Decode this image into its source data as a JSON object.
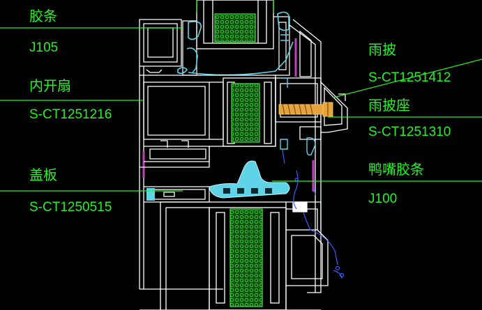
{
  "callouts": [
    {
      "name": "胶条",
      "code": "J105"
    },
    {
      "name": "内开扇",
      "code": "S-CT1251216"
    },
    {
      "name": "盖板",
      "code": "S-CT1250515"
    },
    {
      "name": "雨披",
      "code": "S-CT1251412"
    },
    {
      "name": "雨披座",
      "code": "S-CT1251310"
    },
    {
      "name": "鸭嘴胶条",
      "code": "J100"
    }
  ],
  "colors": {
    "background": "#000000",
    "outline": "#ffffff",
    "label": "#25f225",
    "glass_fill": "#1fc21f",
    "seal": "#5fd3e8",
    "gasket": "#c040c0",
    "screw": "#e8a23a",
    "drip": "#3b5bff"
  }
}
